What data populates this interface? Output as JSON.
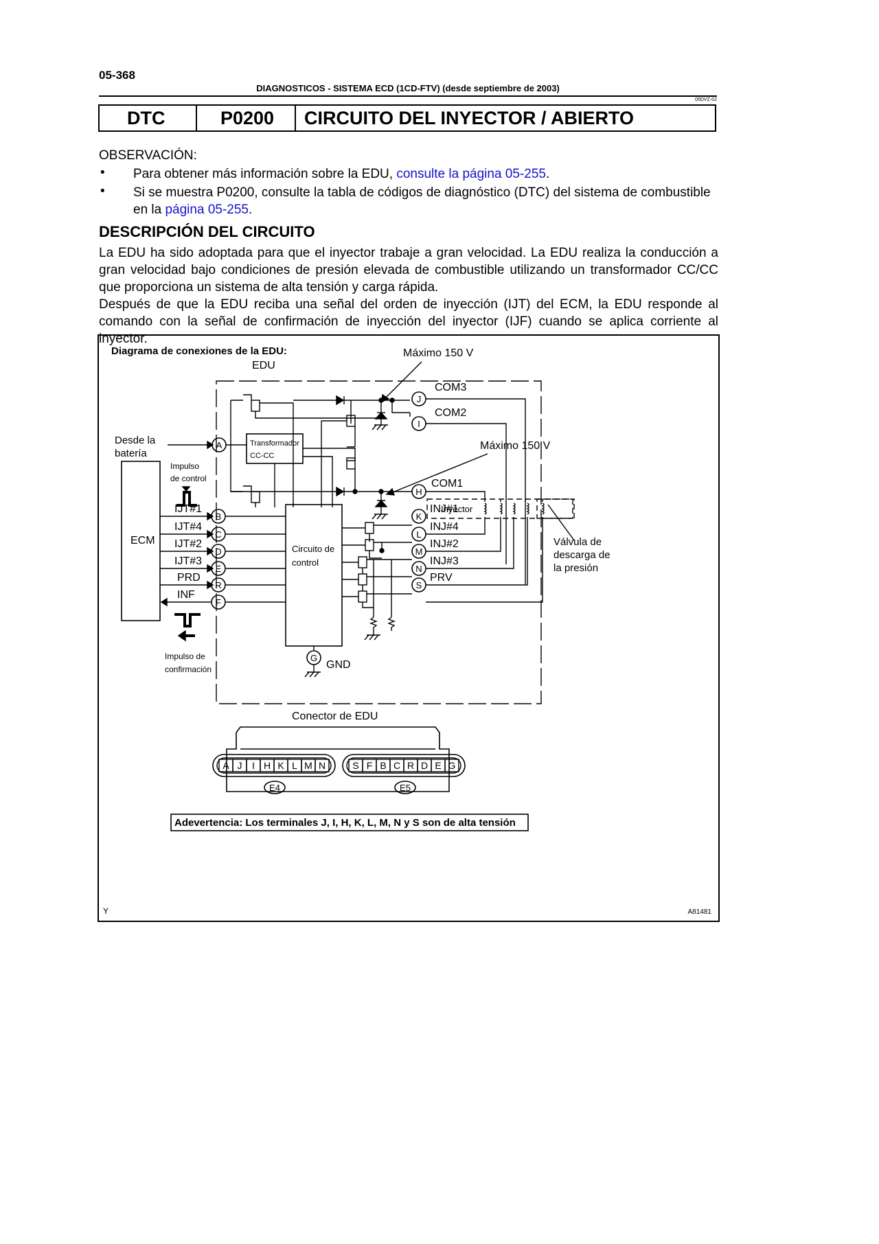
{
  "header": {
    "page_number": "05-368",
    "running_title": "DIAGNOSTICOS - SISTEMA ECD (1CD-FTV) (desde septiembre de 2003)",
    "ref_code": "05DVZ-02"
  },
  "dtc": {
    "label": "DTC",
    "code": "P0200",
    "title": "CIRCUITO DEL INYECTOR / ABIERTO"
  },
  "observation": {
    "label": "OBSERVACIÓN:",
    "bullet": "•",
    "items": [
      {
        "text": "Para obtener más información sobre la EDU, ",
        "link": "consulte la página 05-255",
        "after": "."
      },
      {
        "text": "Si se muestra P0200, consulte la tabla de códigos de diagnóstico (DTC) del sistema de combustible en la ",
        "link": "página 05-255",
        "after": "."
      }
    ]
  },
  "circuit_description": {
    "title": "DESCRIPCIÓN DEL CIRCUITO",
    "paragraphs": [
      "La EDU ha sido adoptada para que el inyector trabaje a gran velocidad. La EDU realiza la conducción a gran velocidad bajo condiciones de presión elevada de combustible utilizando un transformador CC/CC que proporciona un sistema de alta tensión y carga rápida.",
      "Después de que la EDU reciba una señal del orden de inyección (IJT) del ECM, la EDU responde al comando con la señal de confirmación de inyección del inyector (IJF) cuando se aplica corriente al inyector."
    ]
  },
  "diagram": {
    "title": "Diagrama de conexiones de la EDU:",
    "edu_label": "EDU",
    "max_voltage_1": "Máximo 150 V",
    "max_voltage_2": "Máximo 150 V",
    "battery_label_1": "Desde la",
    "battery_label_2": "batería",
    "transformer_1": "Transformador",
    "transformer_2": "CC-CC",
    "control_pulse_1": "Impulso",
    "control_pulse_2": "de control",
    "ecm": "ECM",
    "control_circuit_1": "Circuito de",
    "control_circuit_2": "control",
    "injector": "Inyector",
    "confirm_pulse_1": "Impulso de",
    "confirm_pulse_2": "confirmación",
    "gnd": "GND",
    "valve_1": "Válvula de",
    "valve_2": "descarga de",
    "valve_3": "la presión",
    "left_signals": [
      "IJT#1",
      "IJT#4",
      "IJT#2",
      "IJT#3",
      "PRD",
      "INF"
    ],
    "left_terminals": [
      "B",
      "C",
      "D",
      "E",
      "R",
      "F"
    ],
    "right_signals": [
      "INJ#1",
      "INJ#4",
      "INJ#2",
      "INJ#3",
      "PRV"
    ],
    "right_terminals": [
      "K",
      "L",
      "M",
      "N",
      "S"
    ],
    "com3": "COM3",
    "com2": "COM2",
    "com1": "COM1",
    "term_j": "J",
    "term_i": "I",
    "term_h": "H",
    "term_a": "A",
    "term_g": "G",
    "connector_title": "Conector de EDU",
    "connector_e4_pins": [
      "A",
      "J",
      "I",
      "H",
      "K",
      "L",
      "M",
      "N"
    ],
    "connector_e5_pins": [
      "S",
      "F",
      "B",
      "C",
      "R",
      "D",
      "E",
      "G"
    ],
    "connector_e4": "E4",
    "connector_e5": "E5",
    "warning": "Adevertencia: Los terminales J, I, H, K, L, M, N y S son de alta tensión",
    "corner_left": "Y",
    "figure_id": "A81481"
  }
}
